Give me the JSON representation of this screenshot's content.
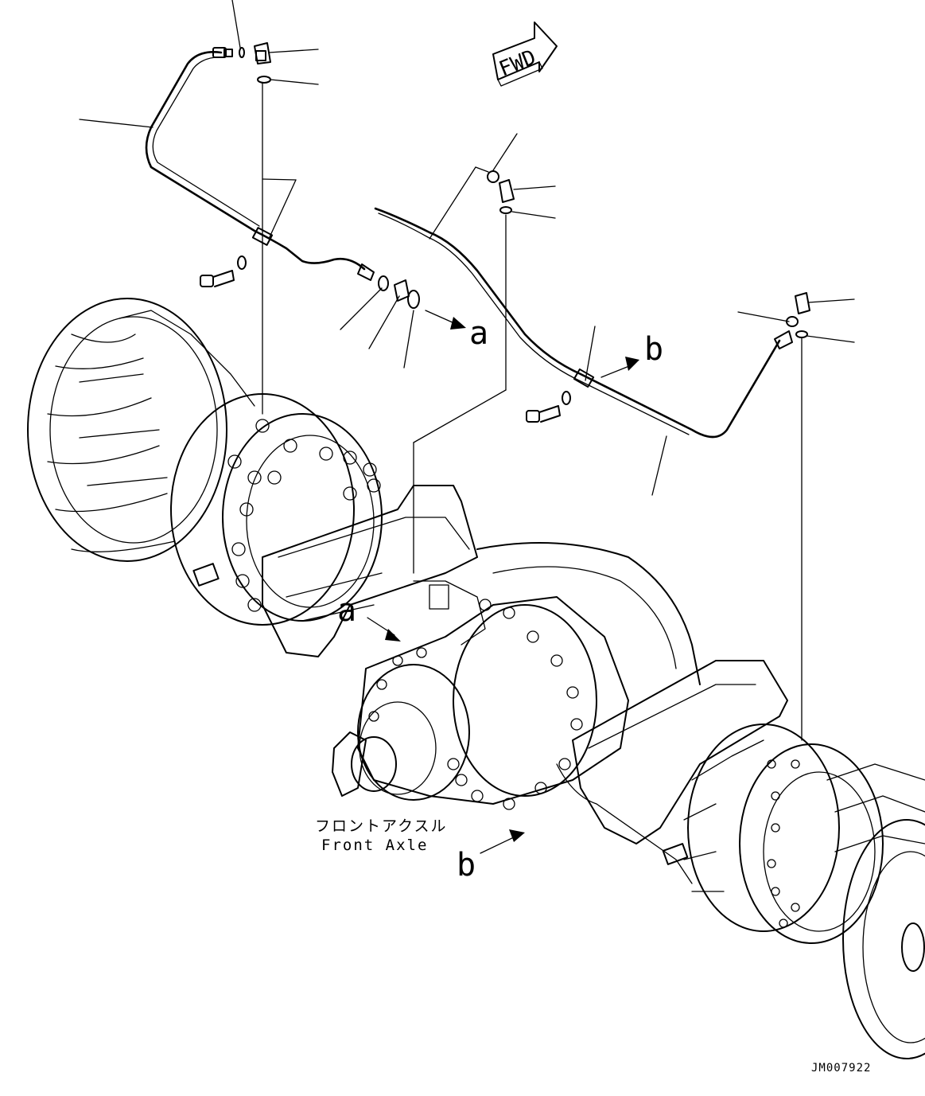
{
  "direction_label": "FWD",
  "callouts": {
    "a_top": "a",
    "b_top": "b",
    "a_axle": "a",
    "b_bottom": "b"
  },
  "caption": {
    "japanese": "フロントアクスル",
    "english": "Front Axle"
  },
  "drawing_code": "JM007922"
}
